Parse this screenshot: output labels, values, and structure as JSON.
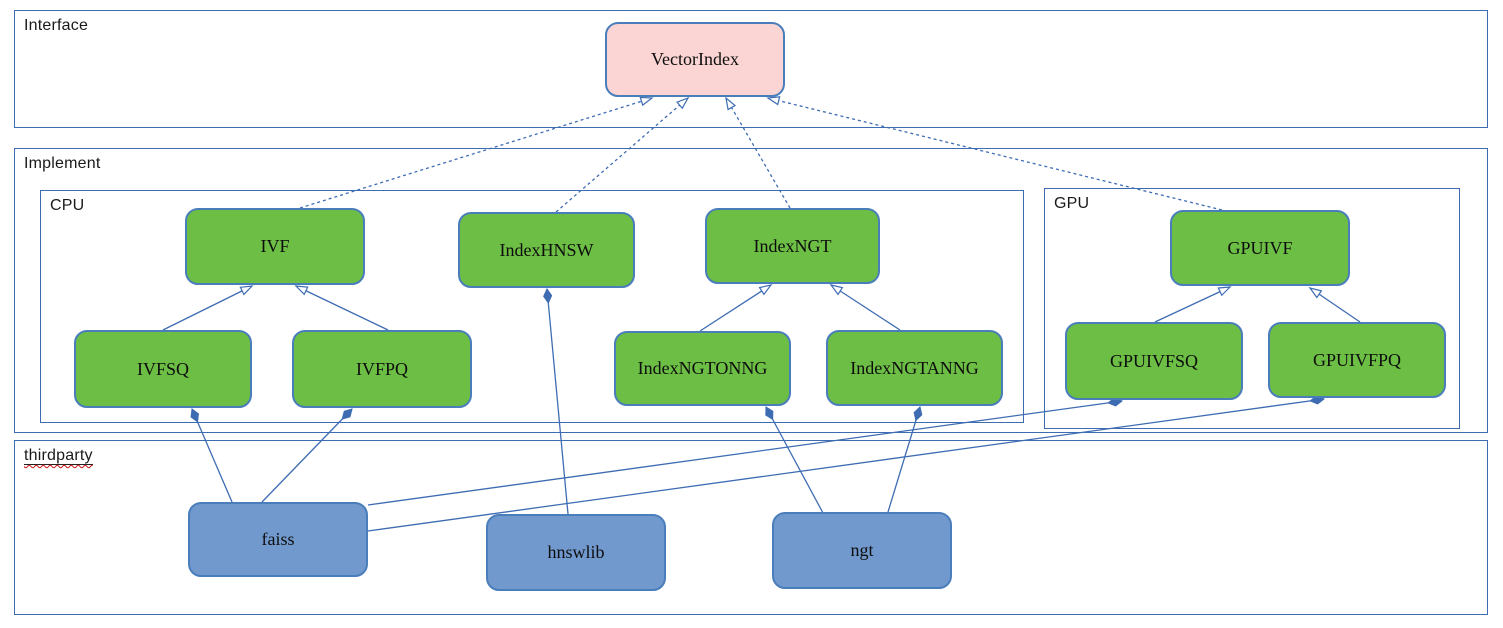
{
  "diagram": {
    "containers": {
      "interface": {
        "label": "Interface"
      },
      "implement": {
        "label": "Implement"
      },
      "cpu": {
        "label": "CPU"
      },
      "gpu": {
        "label": "GPU"
      },
      "thirdparty": {
        "label": "thirdparty",
        "spellcheck_squiggle": true
      }
    },
    "nodes": {
      "VectorIndex": {
        "label": "VectorIndex",
        "group": "interface",
        "fill": "#fbd5d3"
      },
      "IVF": {
        "label": "IVF",
        "group": "cpu",
        "fill": "#6cbe45"
      },
      "IndexHNSW": {
        "label": "IndexHNSW",
        "group": "cpu",
        "fill": "#6cbe45"
      },
      "IndexNGT": {
        "label": "IndexNGT",
        "group": "cpu",
        "fill": "#6cbe45"
      },
      "IVFSQ": {
        "label": "IVFSQ",
        "group": "cpu",
        "fill": "#6cbe45"
      },
      "IVFPQ": {
        "label": "IVFPQ",
        "group": "cpu",
        "fill": "#6cbe45"
      },
      "IndexNGTONNG": {
        "label": "IndexNGTONNG",
        "group": "cpu",
        "fill": "#6cbe45"
      },
      "IndexNGTANNG": {
        "label": "IndexNGTANNG",
        "group": "cpu",
        "fill": "#6cbe45"
      },
      "GPUIVF": {
        "label": "GPUIVF",
        "group": "gpu",
        "fill": "#6cbe45"
      },
      "GPUIVFSQ": {
        "label": "GPUIVFSQ",
        "group": "gpu",
        "fill": "#6cbe45"
      },
      "GPUIVFPQ": {
        "label": "GPUIVFPQ",
        "group": "gpu",
        "fill": "#6cbe45"
      },
      "faiss": {
        "label": "faiss",
        "group": "thirdparty",
        "fill": "#7199ce"
      },
      "hnswlib": {
        "label": "hnswlib",
        "group": "thirdparty",
        "fill": "#7199ce"
      },
      "ngt": {
        "label": "ngt",
        "group": "thirdparty",
        "fill": "#7199ce"
      }
    },
    "edges": [
      {
        "from": "IVF",
        "to": "VectorIndex",
        "type": "inherit-dashed"
      },
      {
        "from": "IndexHNSW",
        "to": "VectorIndex",
        "type": "inherit-dashed"
      },
      {
        "from": "IndexNGT",
        "to": "VectorIndex",
        "type": "inherit-dashed"
      },
      {
        "from": "GPUIVF",
        "to": "VectorIndex",
        "type": "inherit-dashed"
      },
      {
        "from": "IVFSQ",
        "to": "IVF",
        "type": "inherit"
      },
      {
        "from": "IVFPQ",
        "to": "IVF",
        "type": "inherit"
      },
      {
        "from": "IndexNGTONNG",
        "to": "IndexNGT",
        "type": "inherit"
      },
      {
        "from": "IndexNGTANNG",
        "to": "IndexNGT",
        "type": "inherit"
      },
      {
        "from": "GPUIVFSQ",
        "to": "GPUIVF",
        "type": "inherit"
      },
      {
        "from": "GPUIVFPQ",
        "to": "GPUIVF",
        "type": "inherit"
      },
      {
        "from": "faiss",
        "to": "IVFSQ",
        "type": "compose"
      },
      {
        "from": "faiss",
        "to": "IVFPQ",
        "type": "compose"
      },
      {
        "from": "faiss",
        "to": "GPUIVFSQ",
        "type": "compose"
      },
      {
        "from": "faiss",
        "to": "GPUIVFPQ",
        "type": "compose"
      },
      {
        "from": "hnswlib",
        "to": "IndexHNSW",
        "type": "compose"
      },
      {
        "from": "ngt",
        "to": "IndexNGTONNG",
        "type": "compose"
      },
      {
        "from": "ngt",
        "to": "IndexNGTANNG",
        "type": "compose"
      }
    ],
    "colors": {
      "line": "#3e6cb3",
      "node_border": "#4a7ebb",
      "green_fill": "#6cbe45",
      "blue_fill": "#7199ce",
      "pink_fill": "#fbd5d3",
      "squiggle": "#cc1111",
      "background": "#ffffff"
    }
  }
}
